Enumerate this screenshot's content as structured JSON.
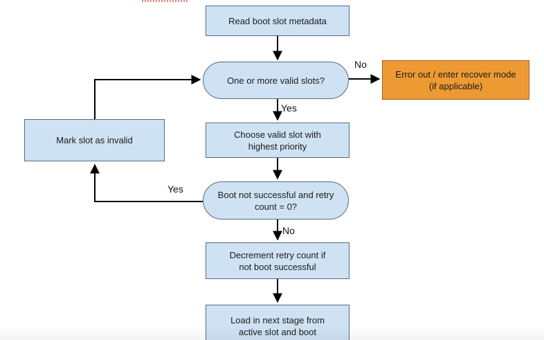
{
  "nodes": {
    "read_metadata": {
      "label": "Read boot slot metadata",
      "type": "process"
    },
    "valid_slots": {
      "label": "One or more valid slots?",
      "type": "decision"
    },
    "error_recover": {
      "label": "Error out / enter recover mode (if applicable)",
      "type": "error"
    },
    "choose_slot": {
      "label": "Choose valid slot with highest priority",
      "type": "process"
    },
    "mark_invalid": {
      "label": "Mark slot as invalid",
      "type": "process"
    },
    "boot_check": {
      "label": "Boot not successful and retry count = 0?",
      "type": "decision"
    },
    "decrement_retry": {
      "label": "Decrement retry count if not boot successful",
      "type": "process"
    },
    "load_stage": {
      "label": "Load in next stage from active slot and boot",
      "type": "process"
    }
  },
  "edge_labels": {
    "valid_slots_no": "No",
    "valid_slots_yes": "Yes",
    "boot_check_yes": "Yes",
    "boot_check_no": "No"
  },
  "colors": {
    "process_fill": "#cfe2f3",
    "process_border": "#566a7c",
    "error_fill": "#ee9a34",
    "error_border": "#9c5f28",
    "arrow": "#000000"
  }
}
